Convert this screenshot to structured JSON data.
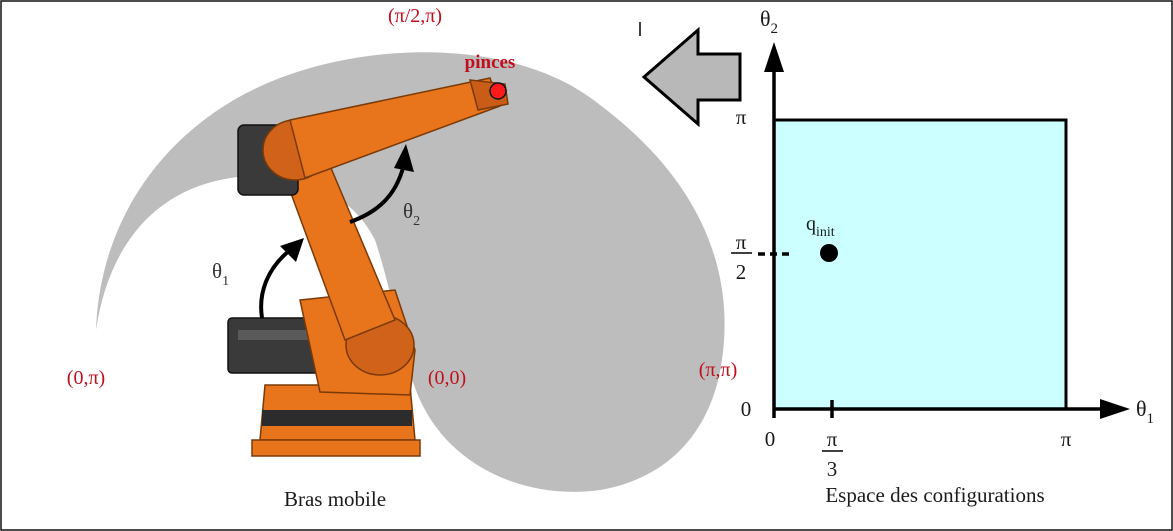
{
  "colors": {
    "workspace_gray": "#bdbdbd",
    "config_space_fill": "#ccffff",
    "label_red": "#c0101e",
    "robot_orange": "#e8741c",
    "robot_dark": "#3a3a3a",
    "gripper_point": "#ff1a1a",
    "arrow_gray": "#b8b8b8"
  },
  "left": {
    "caption": "Bras mobile",
    "gripper_label": "pinces",
    "theta1_label": "θ",
    "theta1_sub": "1",
    "theta2_label": "θ",
    "theta2_sub": "2",
    "corner_labels": {
      "top": "(π/2,π)",
      "left": "(0,π)",
      "center": "(0,0)",
      "right": "(π,π)"
    }
  },
  "right": {
    "caption": "Espace des configurations",
    "y_axis_label": "θ",
    "y_axis_sub": "2",
    "x_axis_label": "θ",
    "x_axis_sub": "1",
    "y_ticks": {
      "top": "π",
      "mid_num": "π",
      "mid_den": "2",
      "zero": "0"
    },
    "x_ticks": {
      "zero": "0",
      "mid_num": "π",
      "mid_den": "3",
      "right": "π"
    },
    "point_label": "q",
    "point_sub": "init"
  }
}
